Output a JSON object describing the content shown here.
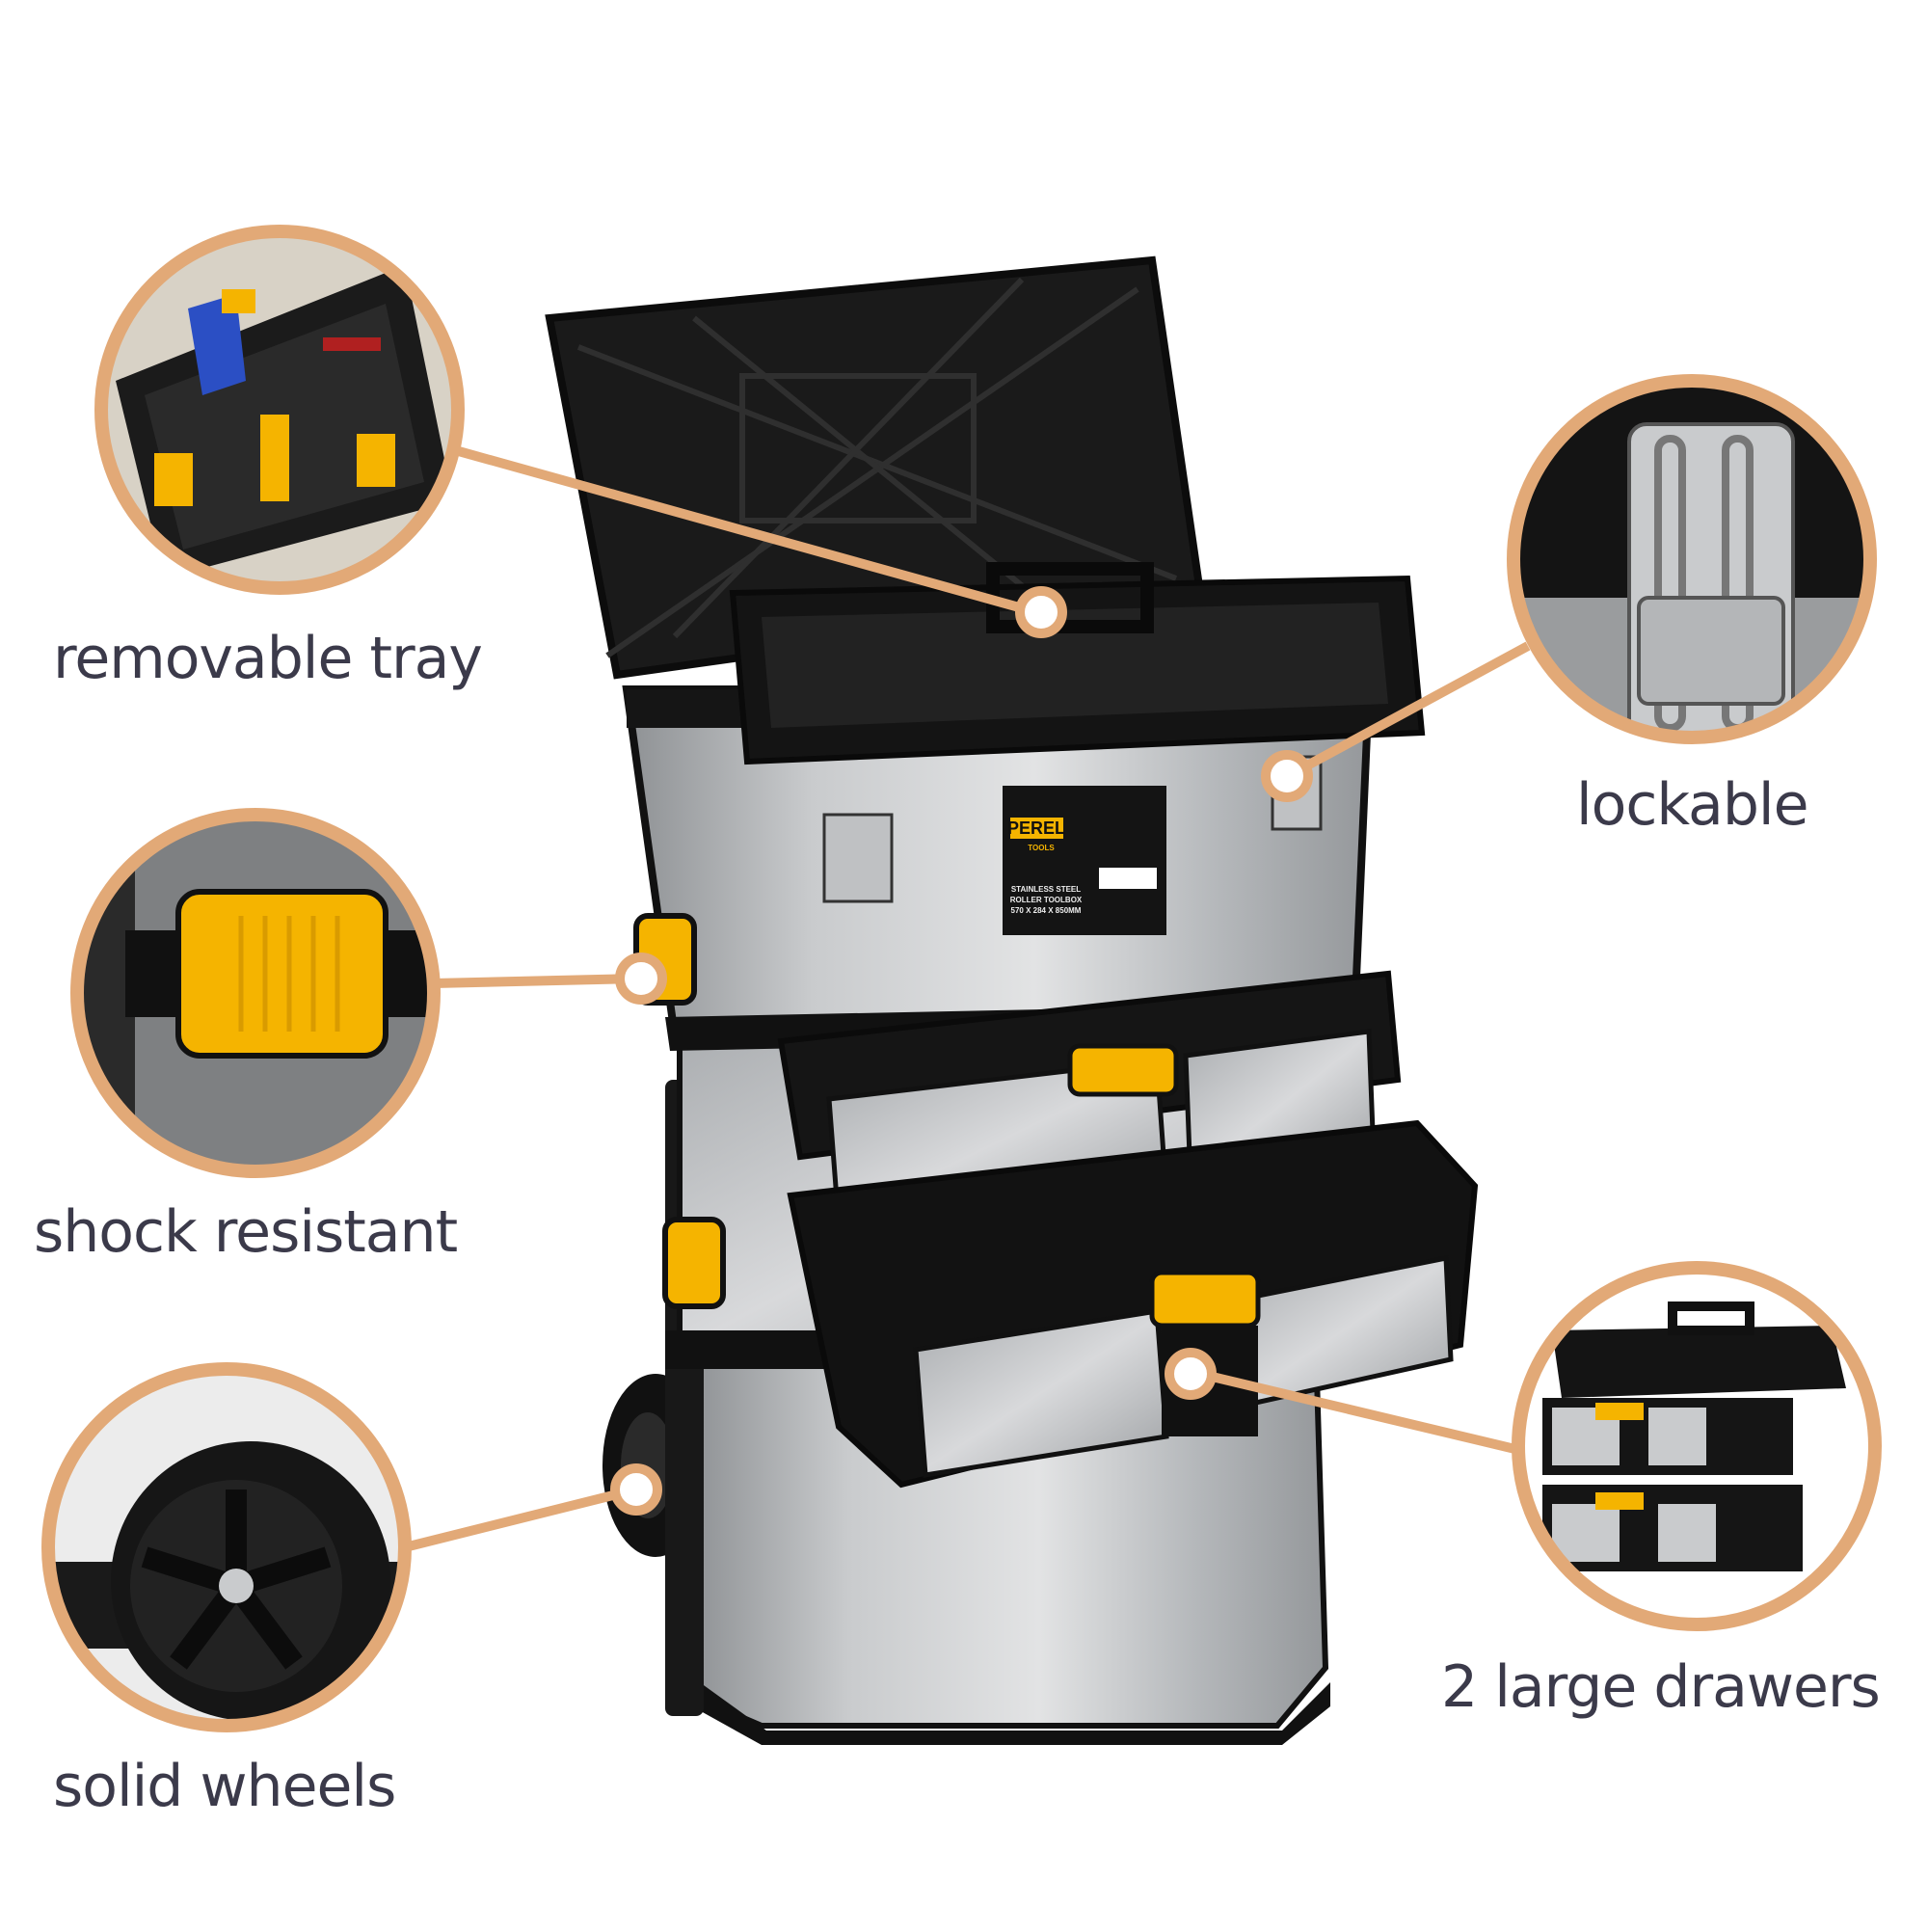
{
  "features": [
    {
      "id": "removable-tray",
      "label": "removable tray"
    },
    {
      "id": "lockable",
      "label": "lockable"
    },
    {
      "id": "shock-resistant",
      "label": "shock resistant"
    },
    {
      "id": "solid-wheels",
      "label": "solid wheels"
    },
    {
      "id": "large-drawers",
      "label": "2 large drawers"
    }
  ],
  "product_label": {
    "brand": "PEREL",
    "brand_sub": "TOOLS",
    "line1": "STAINLESS STEEL",
    "line2": "ROLLER TOOLBOX",
    "line3": "570 X 284 X 850MM"
  },
  "colors": {
    "accent_ring": "#e2a977",
    "label_text": "#3b3a4a",
    "plastic_black": "#161616",
    "steel": "#b9bcbf",
    "handle_yellow": "#f5b400"
  }
}
